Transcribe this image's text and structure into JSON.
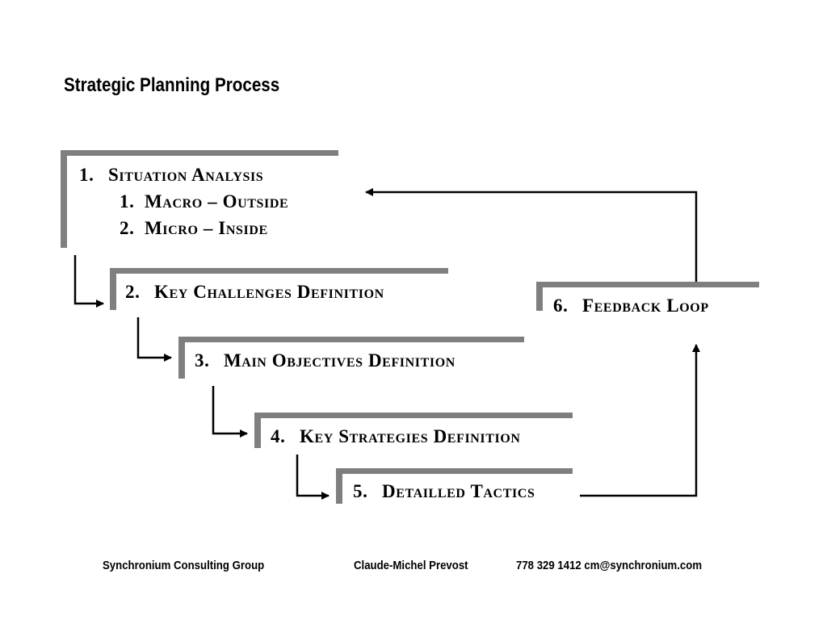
{
  "title": "Strategic Planning Process",
  "steps": [
    {
      "number": "1.",
      "label": "Situation Analysis",
      "subitems": [
        {
          "number": "1.",
          "label": "Macro – Outside"
        },
        {
          "number": "2.",
          "label": "Micro – Inside"
        }
      ]
    },
    {
      "number": "2.",
      "label": "Key Challenges Definition"
    },
    {
      "number": "3.",
      "label": "Main Objectives Definition"
    },
    {
      "number": "4.",
      "label": "Key Strategies Definition"
    },
    {
      "number": "5.",
      "label": "Detailled Tactics"
    },
    {
      "number": "6.",
      "label": "Feedback Loop"
    }
  ],
  "footer": {
    "company": "Synchronium Consulting Group",
    "person": "Claude-Michel Prevost",
    "contact": "778 329 1412 cm@synchronium.com"
  },
  "colors": {
    "box_border": "#7f7f7f",
    "arrow": "#000000"
  }
}
